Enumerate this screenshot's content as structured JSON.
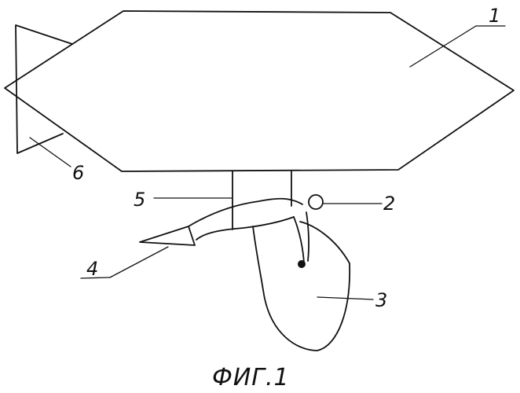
{
  "figure": {
    "caption": "ФИГ.1",
    "labels": {
      "airship_body": "1",
      "wheel": "2",
      "blade": "3",
      "nozzle": "4",
      "mast": "5",
      "tail_fin": "6"
    }
  }
}
